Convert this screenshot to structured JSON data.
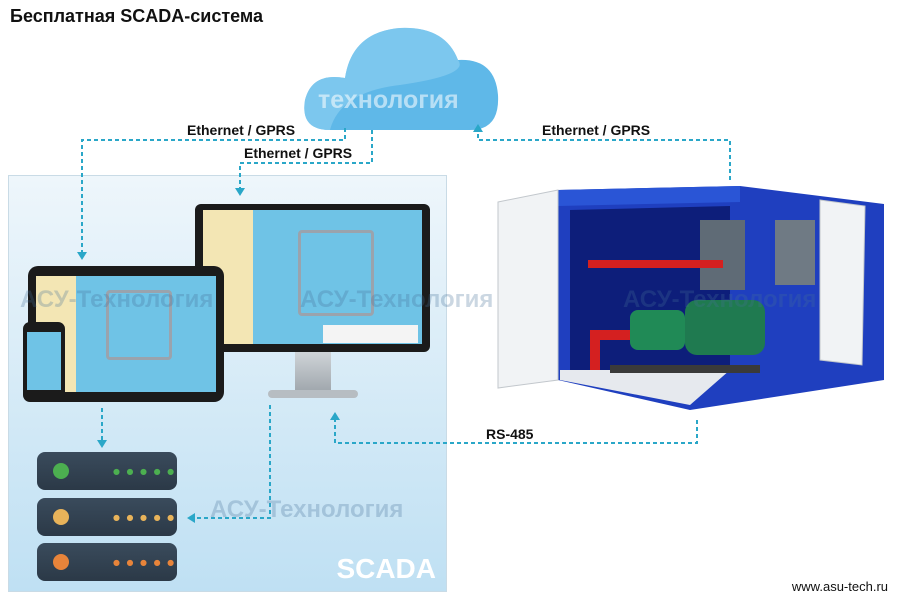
{
  "title": "Бесплатная SCADA-система",
  "links": {
    "cloud_to_tablet": "Ethernet / GPRS",
    "cloud_to_monitor": "Ethernet / GPRS",
    "container_to_cloud": "Ethernet / GPRS",
    "container_to_scada": "RS-485"
  },
  "scada_label": "SCADA",
  "watermark": "АСУ-Технология",
  "cloud_watermark": "технология",
  "footer_url": "www.asu-tech.ru",
  "colors": {
    "link_line": "#2aa7c8",
    "cloud": "#5fb8e8",
    "container": "#1f3fbf",
    "led_green": "#4caf50",
    "led_yellow": "#e8b35a",
    "led_orange": "#e8843a"
  }
}
